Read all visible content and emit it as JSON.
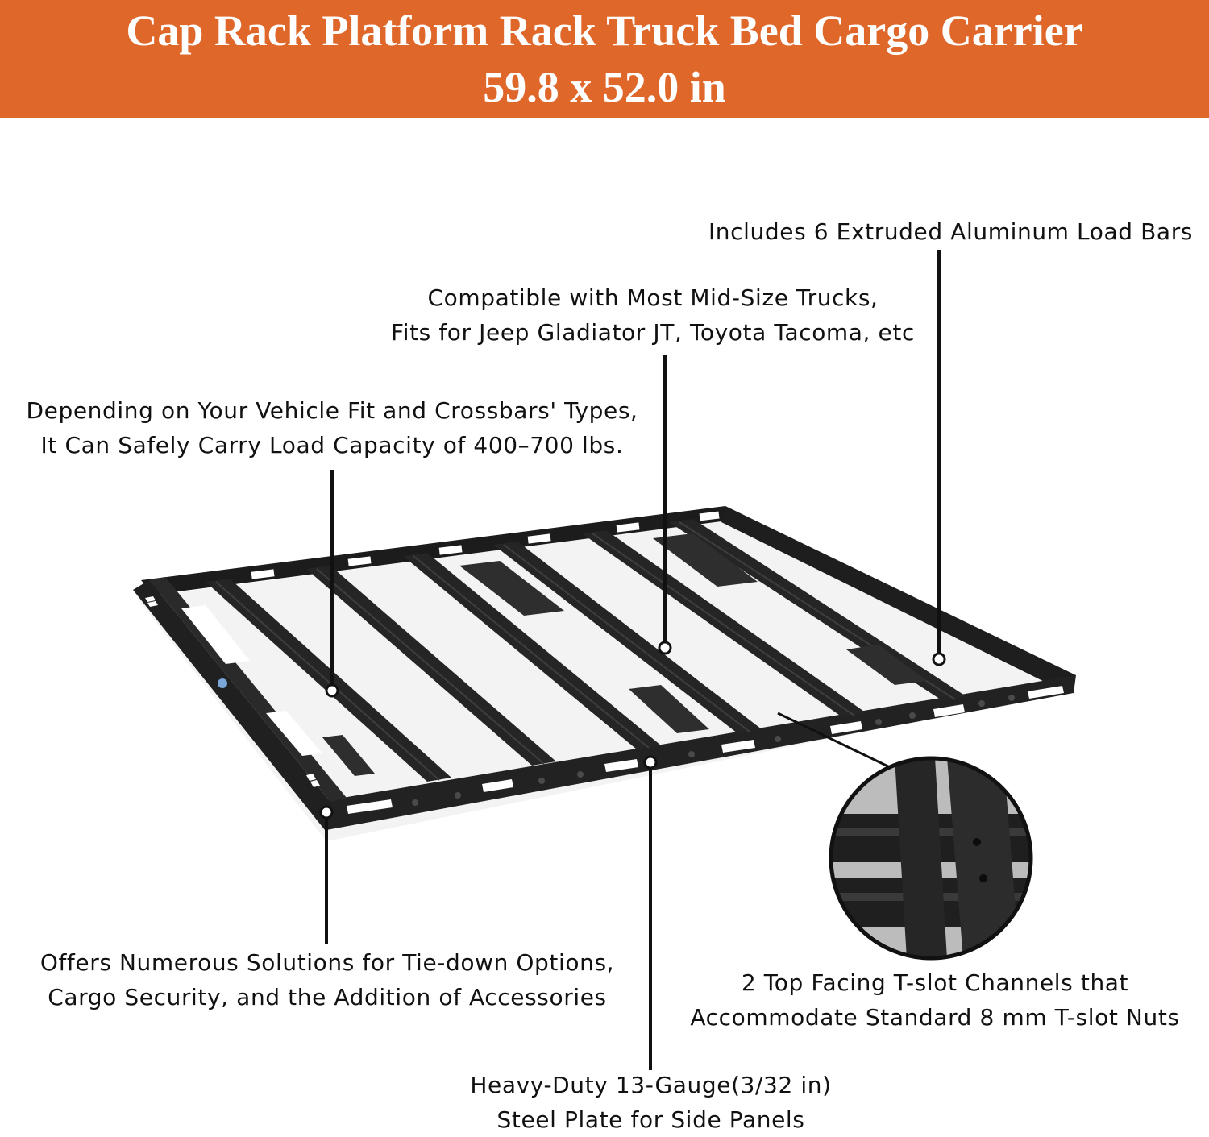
{
  "banner": {
    "title_line1": "Cap Rack Platform Rack Truck Bed Cargo Carrier",
    "title_line2": "59.8 x 52.0 in",
    "background_color": "#e0672a",
    "text_color": "#ffffff"
  },
  "callouts": {
    "load_bars": {
      "line1": "Includes 6 Extruded Aluminum Load Bars"
    },
    "compatibility": {
      "line1": "Compatible with Most Mid-Size Trucks,",
      "line2": "Fits for Jeep Gladiator JT, Toyota Tacoma, etc"
    },
    "load_capacity": {
      "line1": "Depending on Your Vehicle Fit and Crossbars' Types,",
      "line2": "It Can Safely Carry Load Capacity of 400–700 lbs."
    },
    "tie_down": {
      "line1": "Offers Numerous Solutions for Tie-down Options,",
      "line2": "Cargo Security, and the Addition of Accessories"
    },
    "t_slot": {
      "line1": "2 Top Facing T-slot Channels that",
      "line2": "Accommodate Standard 8 mm T-slot Nuts"
    },
    "steel_plate": {
      "line1": "Heavy-Duty 13-Gauge(3/32 in)",
      "line2": "Steel Plate for Side Panels"
    }
  },
  "product_image": {
    "subject": "black steel truck bed cargo rack with six crossbars",
    "rack_color": "#1c1c1c",
    "detail_inset": "circular zoom of T-slot channel"
  }
}
